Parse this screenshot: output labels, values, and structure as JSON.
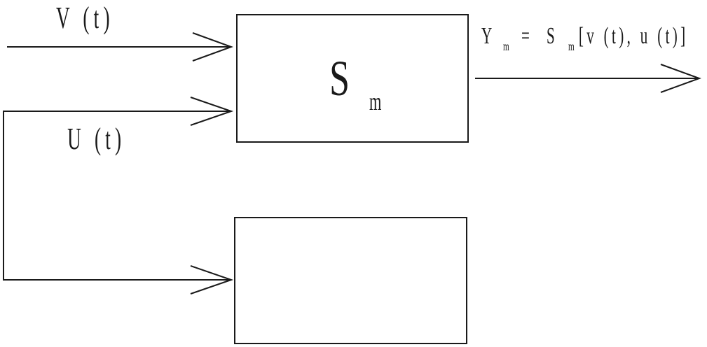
{
  "inputs": {
    "v_label": "V (t)",
    "u_label": "U (t)"
  },
  "model_block": {
    "symbol": "S",
    "subscript": "m"
  },
  "output": {
    "symbol": "Y",
    "subscript": "m",
    "equals": "=",
    "operator": "S",
    "operator_subscript": "m",
    "arguments": "[v (t), u (t)]"
  },
  "colors": {
    "ink": "#1a1a1a",
    "background": "#ffffff"
  }
}
